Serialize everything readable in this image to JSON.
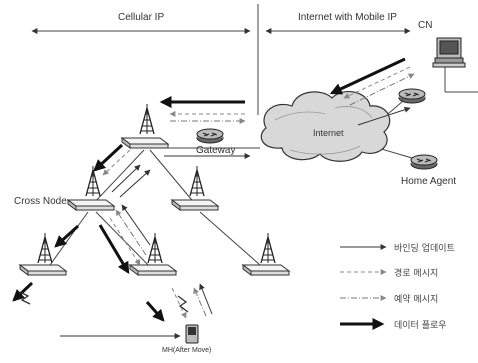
{
  "regions": {
    "cellular": "Cellular IP",
    "internet": "Internet with Mobile IP"
  },
  "nodes": {
    "cn": "CN",
    "internet": "Internet",
    "gateway": "Gateway",
    "home_agent": "Home Agent",
    "cross_node": "Cross Node",
    "mh": "MH(After Move)"
  },
  "legend": [
    {
      "label": "바인딩 업데이트",
      "style": "solid-thin"
    },
    {
      "label": "경로 메시지",
      "style": "dashed"
    },
    {
      "label": "예약 메시지",
      "style": "dash-dot"
    },
    {
      "label": "데이터 플로우",
      "style": "solid-thick"
    }
  ]
}
